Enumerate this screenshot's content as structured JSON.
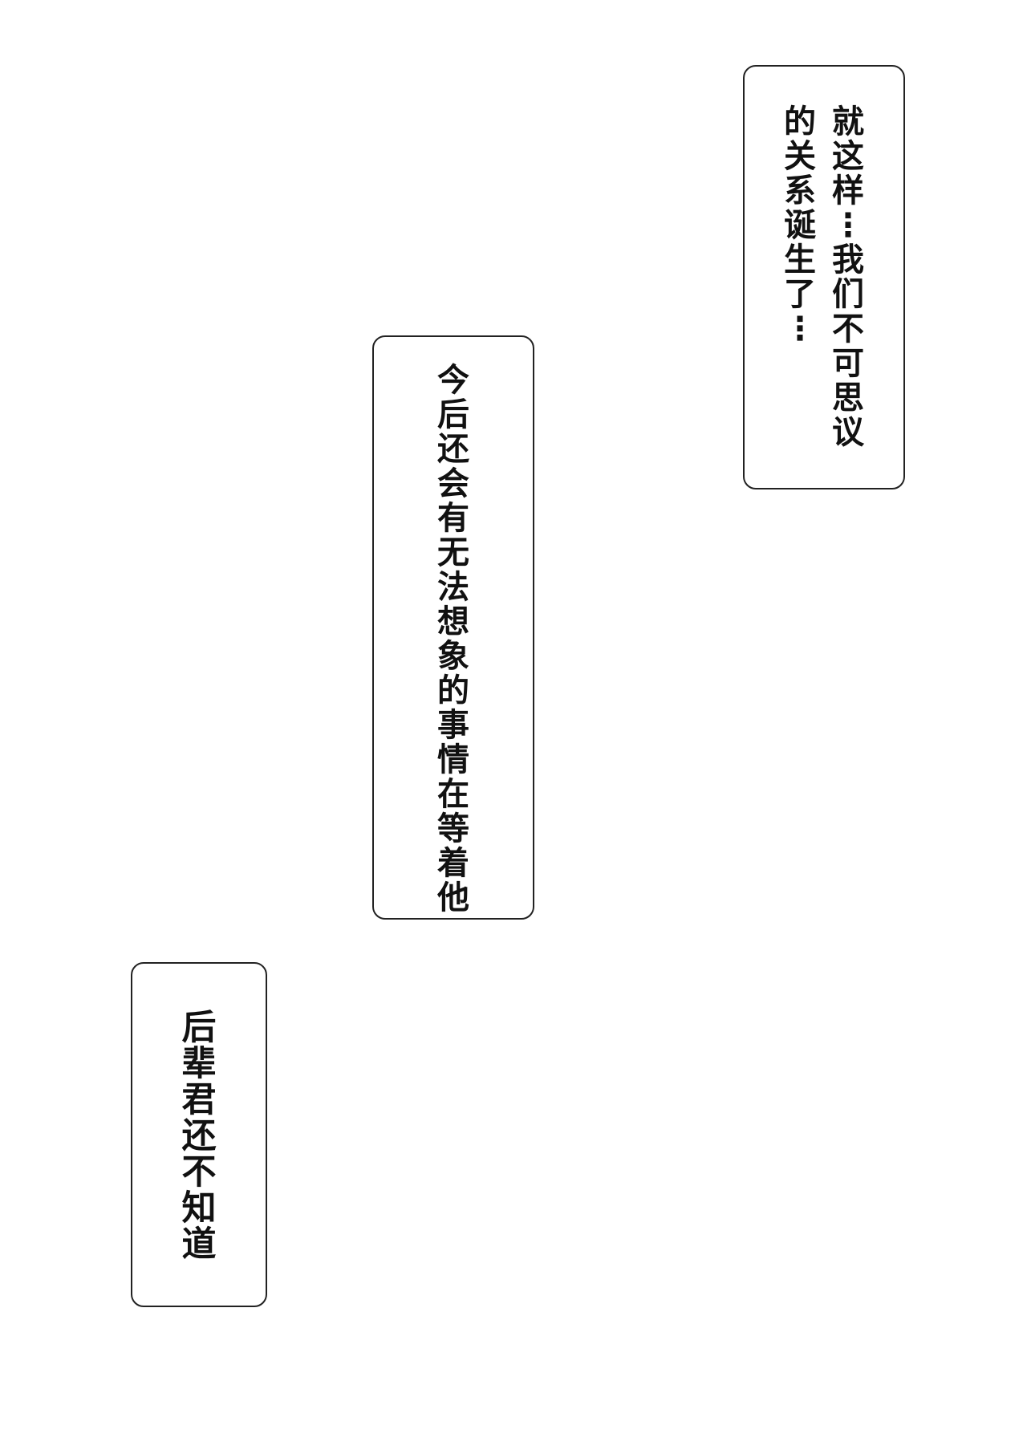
{
  "bubbles": [
    {
      "columns": [
        "就这样…我们不可思议",
        "的关系诞生了…"
      ]
    },
    {
      "columns": [
        "今后还会有无法想象的事情在等着他"
      ]
    },
    {
      "columns": [
        "后辈君还不知道"
      ]
    }
  ]
}
